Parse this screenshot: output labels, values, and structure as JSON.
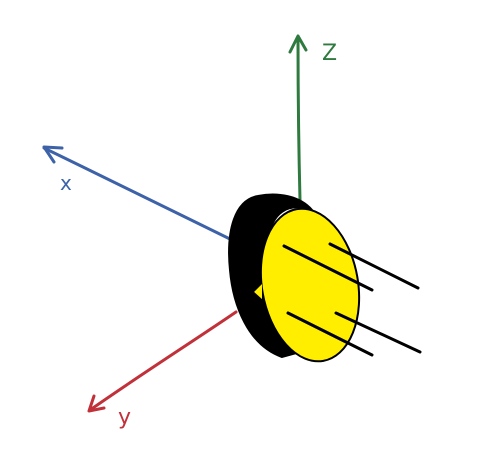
{
  "axes": [
    {
      "id": "z",
      "label": "Z",
      "color": "#2f7a3f"
    },
    {
      "id": "x",
      "label": "x",
      "color": "#3d62a8"
    },
    {
      "id": "y",
      "label": "y",
      "color": "#c0313a"
    }
  ],
  "body": {
    "face_color": "#ffee00",
    "side_color": "#000000",
    "lead_color": "#000000",
    "lead_count": 4
  }
}
